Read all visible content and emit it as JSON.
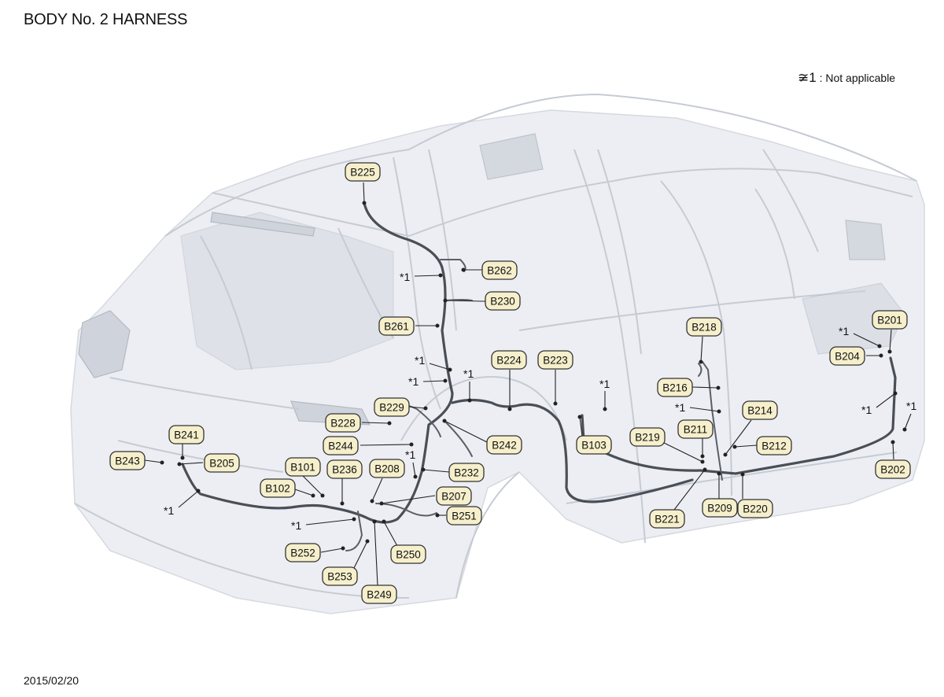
{
  "title": "BODY No. 2 HARNESS",
  "footnote": {
    "symbol": "≆1",
    "text": ": Not applicable"
  },
  "date": "2015/02/20",
  "star_symbol": "*1",
  "labels": [
    {
      "id": "B225"
    },
    {
      "id": "B262"
    },
    {
      "id": "B230"
    },
    {
      "id": "B261"
    },
    {
      "id": "B224"
    },
    {
      "id": "B223"
    },
    {
      "id": "B229"
    },
    {
      "id": "B228"
    },
    {
      "id": "B244"
    },
    {
      "id": "B242"
    },
    {
      "id": "B241"
    },
    {
      "id": "B243"
    },
    {
      "id": "B205"
    },
    {
      "id": "B101"
    },
    {
      "id": "B236"
    },
    {
      "id": "B208"
    },
    {
      "id": "B232"
    },
    {
      "id": "B102"
    },
    {
      "id": "B207"
    },
    {
      "id": "B251"
    },
    {
      "id": "B252"
    },
    {
      "id": "B250"
    },
    {
      "id": "B253"
    },
    {
      "id": "B249"
    },
    {
      "id": "B103"
    },
    {
      "id": "B219"
    },
    {
      "id": "B211"
    },
    {
      "id": "B218"
    },
    {
      "id": "B216"
    },
    {
      "id": "B214"
    },
    {
      "id": "B212"
    },
    {
      "id": "B221"
    },
    {
      "id": "B209"
    },
    {
      "id": "B220"
    },
    {
      "id": "B201"
    },
    {
      "id": "B204"
    },
    {
      "id": "B202"
    }
  ]
}
